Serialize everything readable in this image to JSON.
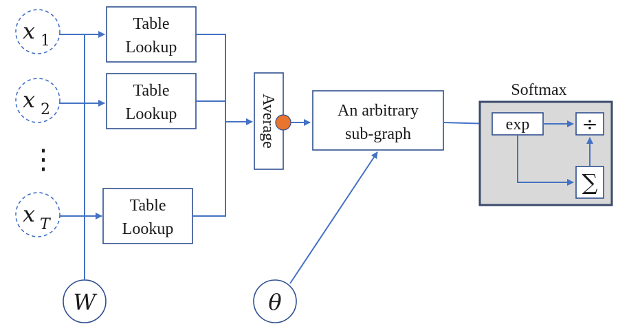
{
  "inputs": [
    {
      "var": "x",
      "sub": "1"
    },
    {
      "var": "x",
      "sub": "2"
    },
    {
      "var": "x",
      "sub": "T"
    }
  ],
  "ellipsis": "⋮",
  "lookup": {
    "line1": "Table",
    "line2": "Lookup"
  },
  "weight": "W",
  "average": "Average",
  "subgraph": {
    "line1": "An arbitrary",
    "line2": "sub-graph"
  },
  "theta": "θ",
  "softmax": {
    "title": "Softmax",
    "exp": "exp",
    "divide": "÷",
    "sum": "∑"
  },
  "colors": {
    "line": "#4472c4",
    "box_border": "#2f4f8f",
    "softmax_fill": "#d9d9d9",
    "softmax_border": "#3b4a6b",
    "dot": "#e8742e"
  }
}
